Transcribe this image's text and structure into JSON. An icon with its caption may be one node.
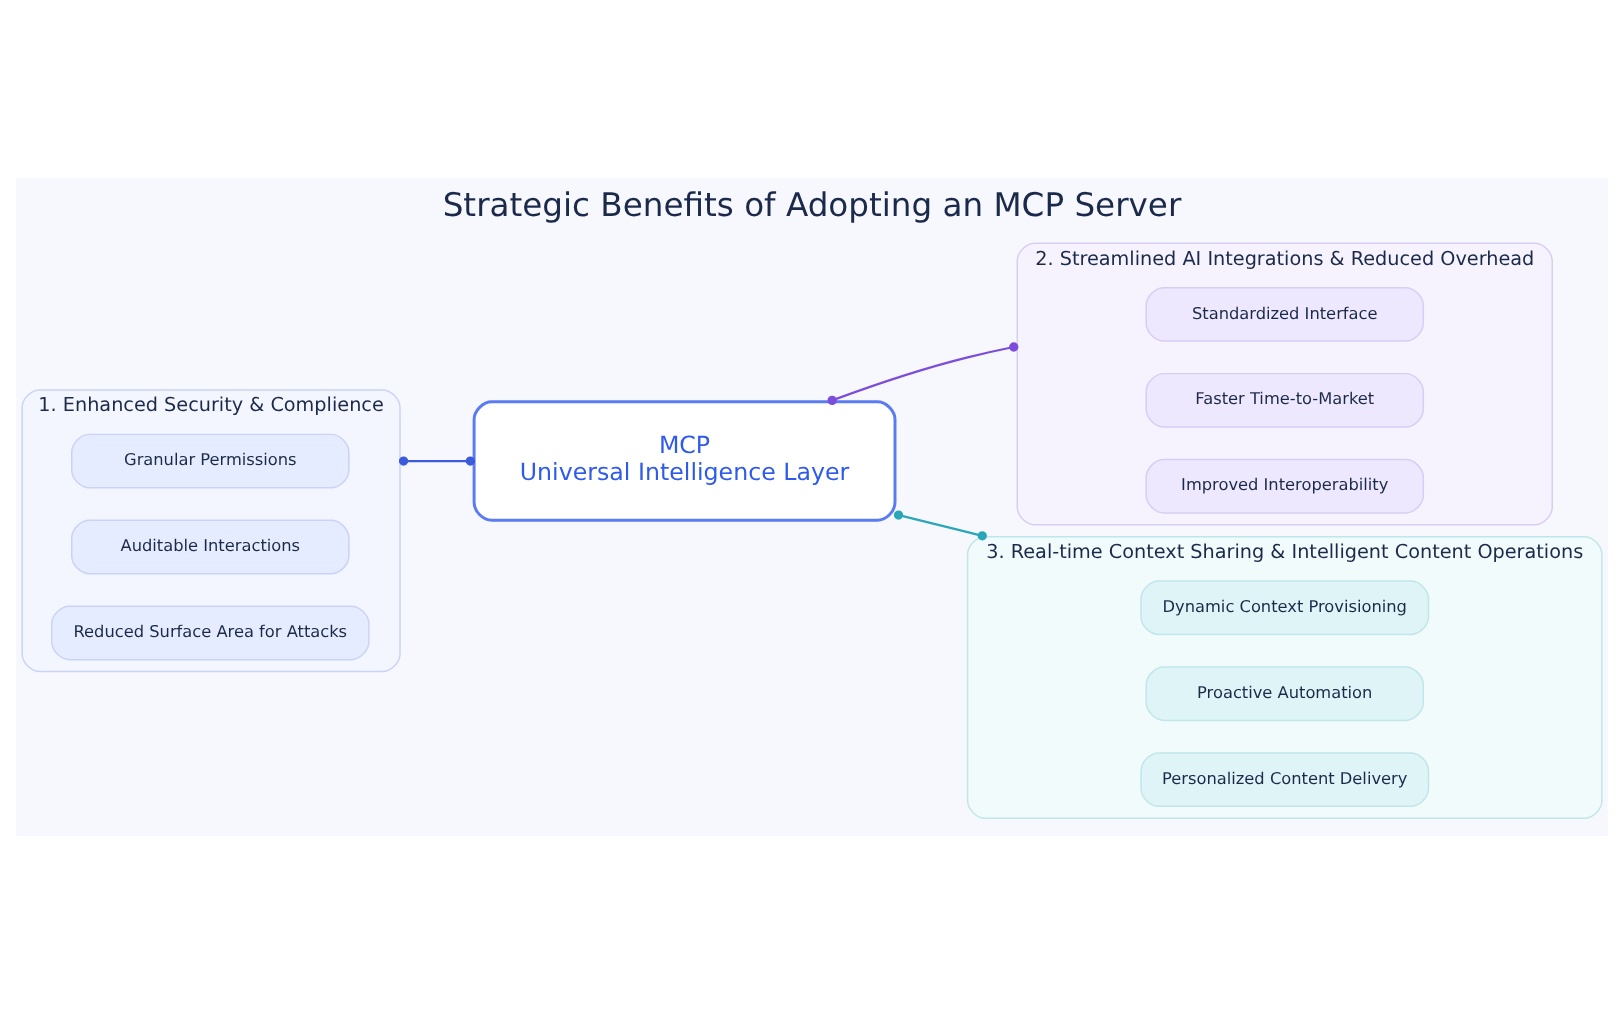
{
  "diagram": {
    "title": "Strategic Benefits of Adopting an MCP Server",
    "nodes": [
      {
        "text": [
          "MCP",
          "Universal Intelligence Layer"
        ]
      },
      {
        "text": [
          "1. Enhanced Security & Complience"
        ]
      },
      {
        "text": [
          "Granular Permissions"
        ],
        "in": 1
      },
      {
        "text": [
          "Auditable Interactions"
        ],
        "in": 1
      },
      {
        "text": [
          "Reduced Surface Area for Attacks"
        ],
        "in": 1
      },
      {
        "text": [
          "2. Streamlined AI Integrations & Reduced Overhead"
        ]
      },
      {
        "text": [
          "Standardized Interface"
        ],
        "in": 5
      },
      {
        "text": [
          "Faster Time-to-Market"
        ],
        "in": 5
      },
      {
        "text": [
          "Improved Interoperability"
        ],
        "in": 5
      },
      {
        "text": [
          "3. Real-time Context Sharing & Intelligent Content Operations"
        ]
      },
      {
        "text": [
          "Dynamic Context Provisioning"
        ],
        "in": 9
      },
      {
        "text": [
          "Proactive Automation"
        ],
        "in": 9
      },
      {
        "text": [
          "Personalized Content Delivery"
        ],
        "in": 9
      }
    ],
    "edges": [
      {
        "from": 1,
        "to": 0,
        "arrow": "other",
        "color": "#3b5bdb"
      },
      {
        "from": 0,
        "to": 5,
        "arrow": "other",
        "color": "#7c4ddb"
      },
      {
        "from": 0,
        "to": 9,
        "arrow": "other",
        "color": "#2aa6b8"
      }
    ]
  }
}
